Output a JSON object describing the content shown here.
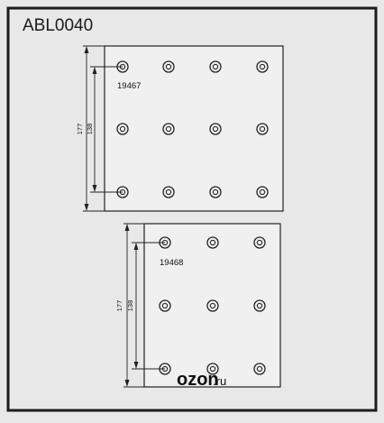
{
  "product_code": "ABL0040",
  "pads": [
    {
      "part_number": "19467",
      "overall_height": "177",
      "hole_span": "138",
      "rows": 3,
      "cols": 4
    },
    {
      "part_number": "19468",
      "overall_height": "177",
      "hole_span": "138",
      "rows": 3,
      "cols": 3
    }
  ],
  "watermark": {
    "text": "ozon",
    "suffix": ".ru"
  },
  "colors": {
    "background": "#e8e8e8",
    "frame": "#1c1c1c",
    "pad_fill": "#f0f0f0",
    "line": "#222222",
    "watermark": "#c9c9c9"
  }
}
